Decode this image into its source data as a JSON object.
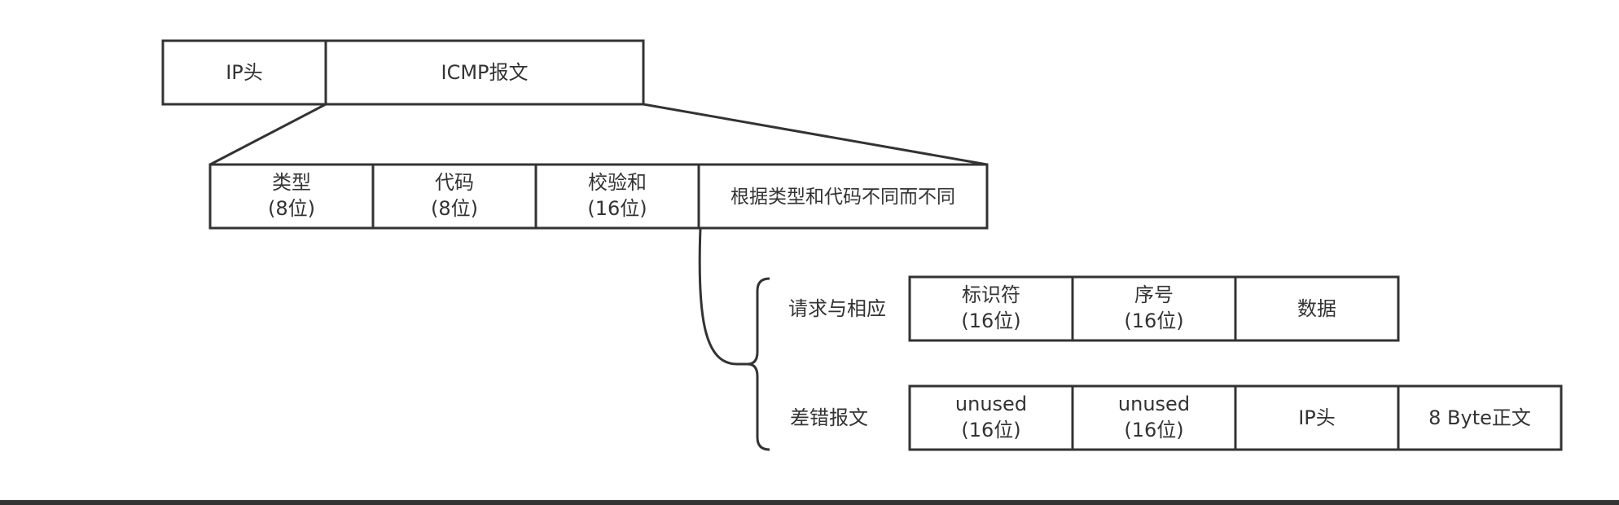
{
  "colors": {
    "stroke": "#333333",
    "text": "#333333",
    "background": "#ffffff"
  },
  "top_row": {
    "ip_header": "IP头",
    "icmp_message": "ICMP报文"
  },
  "icmp_fields": {
    "type_name": "类型",
    "type_bits": "(8位)",
    "code_name": "代码",
    "code_bits": "(8位)",
    "checksum_name": "校验和",
    "checksum_bits": "(16位)",
    "variable": "根据类型和代码不同而不同"
  },
  "request_response": {
    "label": "请求与相应",
    "identifier_name": "标识符",
    "identifier_bits": "(16位)",
    "sequence_name": "序号",
    "sequence_bits": "(16位)",
    "data": "数据"
  },
  "error_message": {
    "label": "差错报文",
    "unused1_name": "unused",
    "unused1_bits": "(16位)",
    "unused2_name": "unused",
    "unused2_bits": "(16位)",
    "ip_header": "IP头",
    "payload": "8 Byte正文"
  }
}
